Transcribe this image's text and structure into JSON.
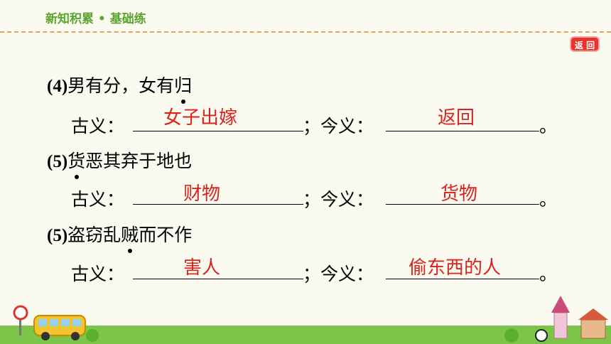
{
  "header": {
    "title": "新知积累 • 基础练"
  },
  "return_button": {
    "label": "返 回"
  },
  "labels": {
    "gu": "古义：",
    "jin": "；今义：",
    "end": "。"
  },
  "items": [
    {
      "num": "(4)",
      "pre": "男有分，女有",
      "dot": "归",
      "post": "",
      "gu": "女子出嫁",
      "jin": "返回"
    },
    {
      "num": "(5)",
      "pre": "",
      "dot": "货",
      "post": "恶其弃于地也",
      "gu": "财物",
      "jin": "货物"
    },
    {
      "num": "(5)",
      "pre": "盗窃乱",
      "dot": "贼",
      "post": "而不作",
      "gu": "害人",
      "jin": "偷东西的人"
    }
  ]
}
